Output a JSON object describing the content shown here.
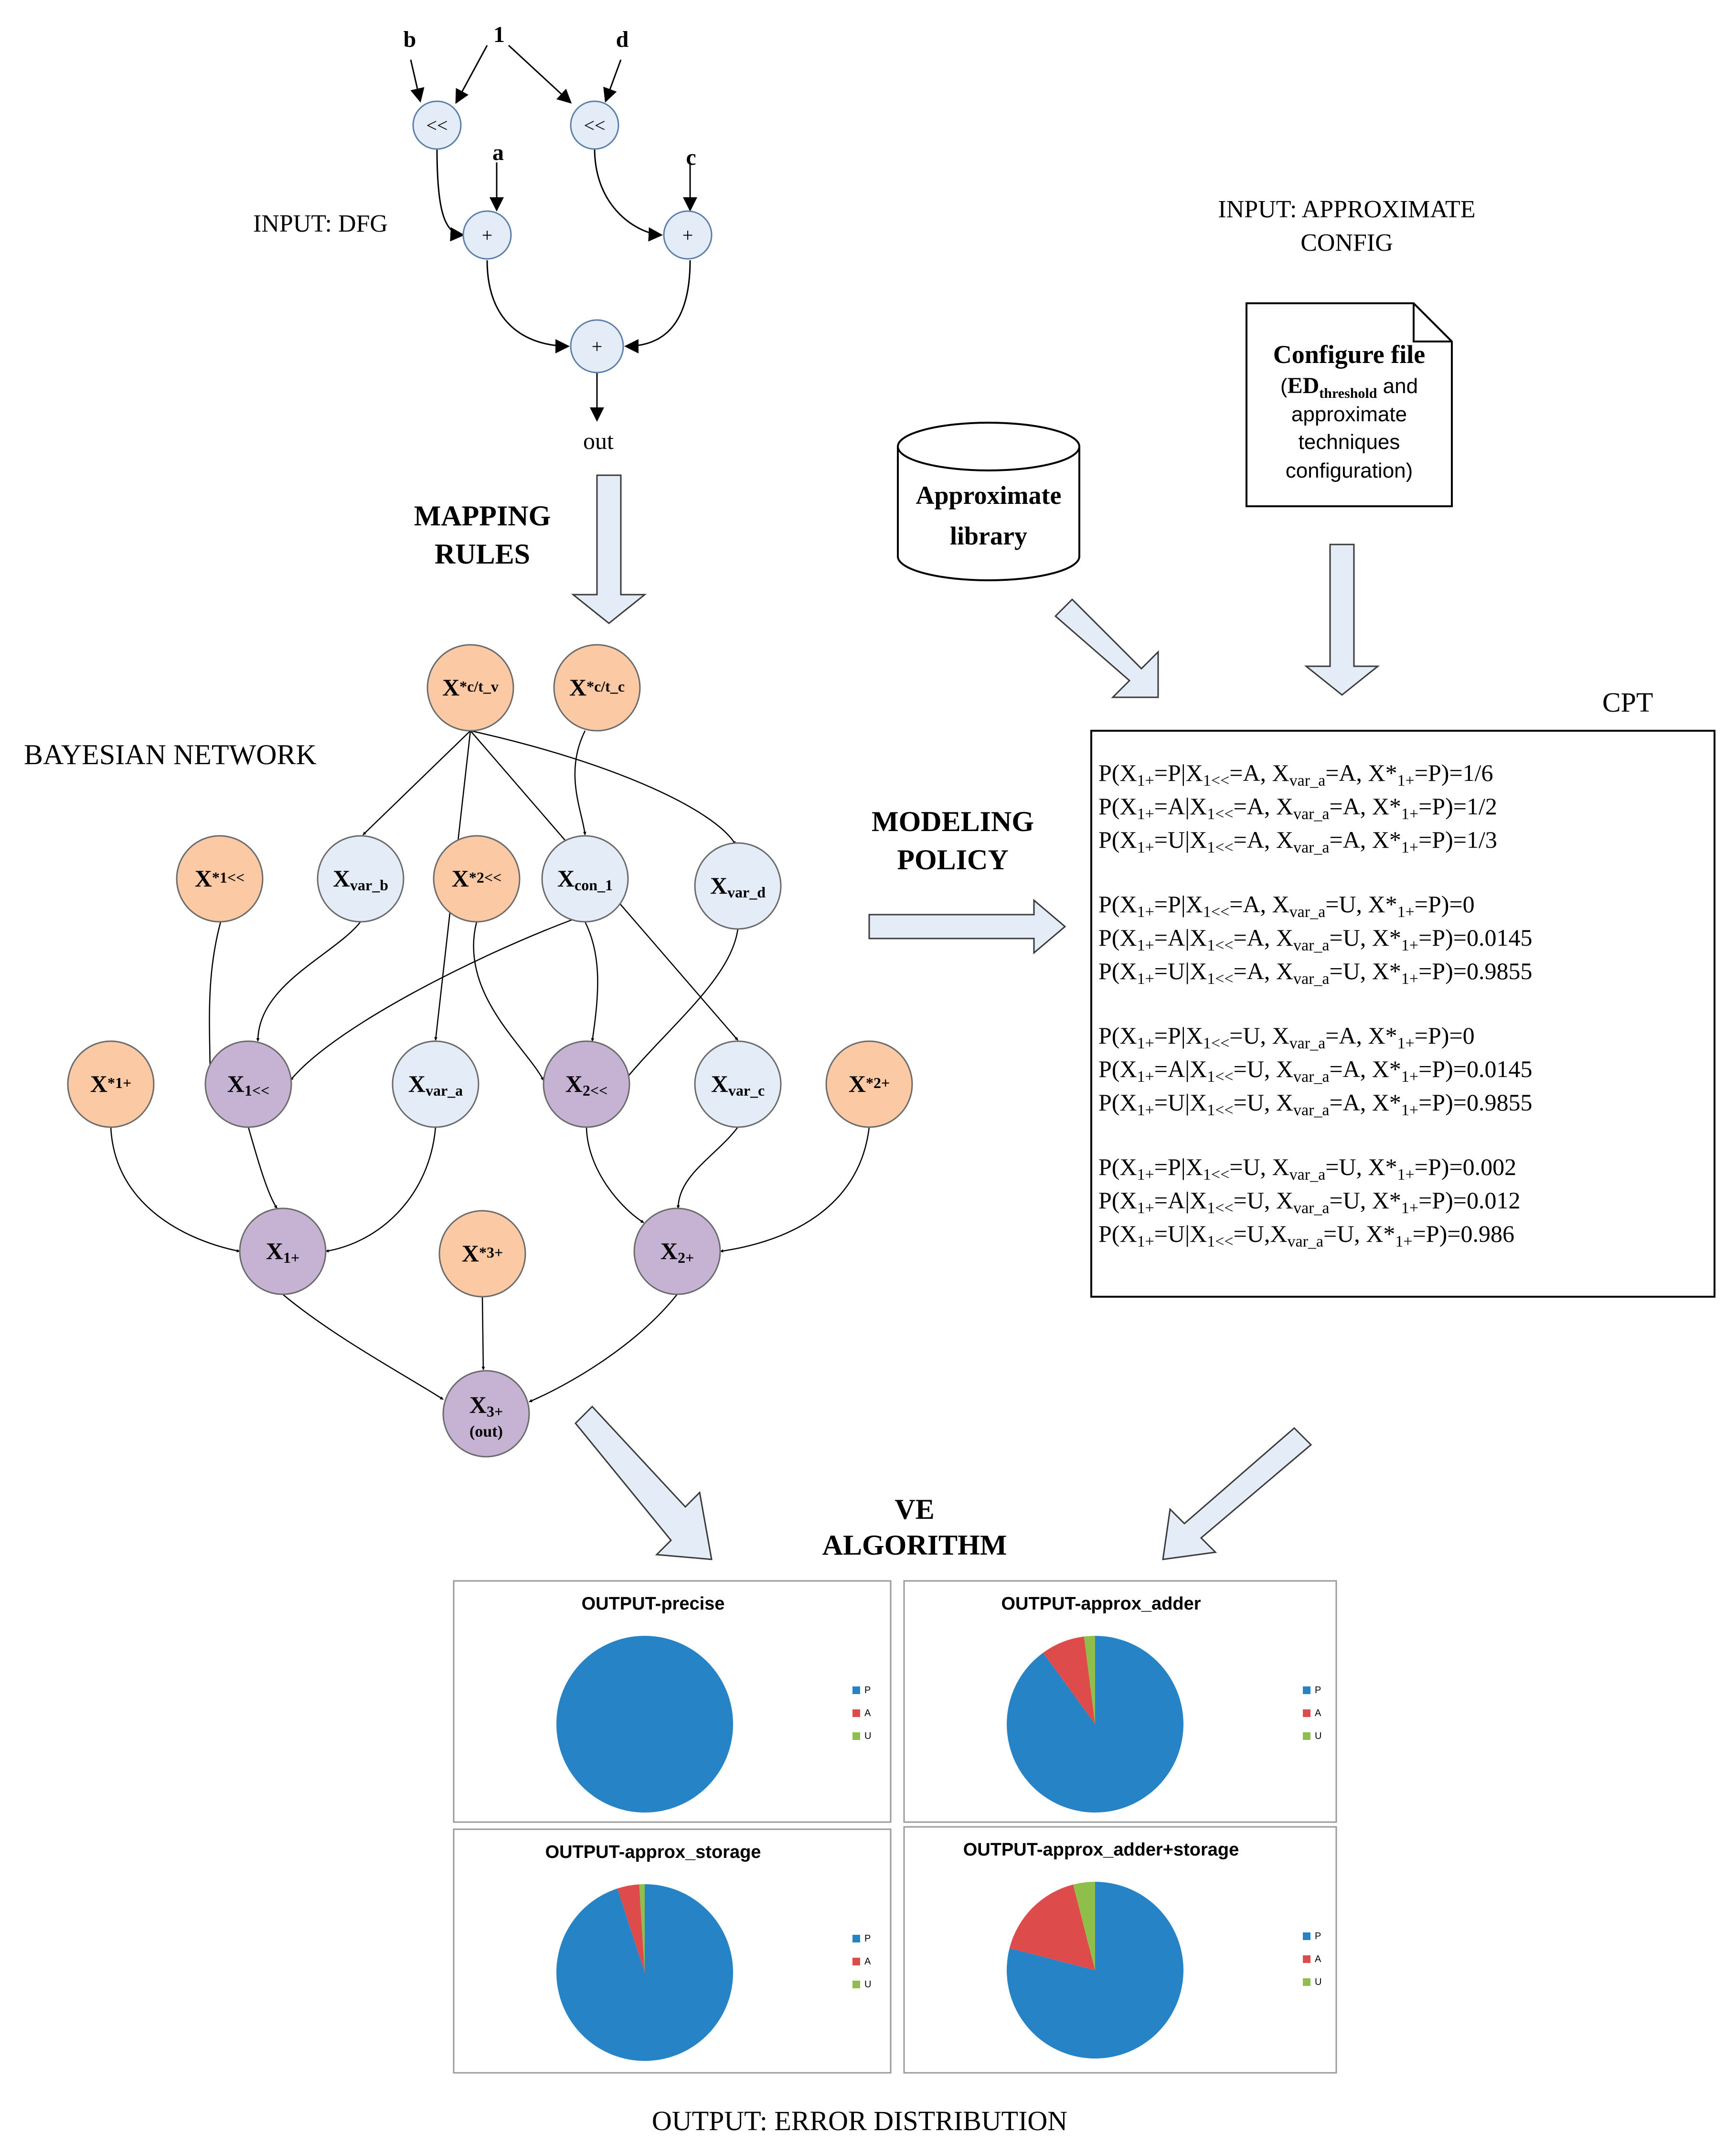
{
  "dfg": {
    "caption": "INPUT: DFG",
    "inputs": {
      "b": "b",
      "one": "1",
      "d": "d",
      "a": "a",
      "c": "c"
    },
    "ops": {
      "shl_left": "<<",
      "shl_right": "<<",
      "add_left": "+",
      "add_right": "+",
      "add_out": "+"
    },
    "out": "out"
  },
  "mapping_rules": [
    "MAPPING",
    "RULES"
  ],
  "approx_config": {
    "caption": [
      "INPUT: APPROXIMATE",
      "CONFIG"
    ],
    "file_title": "Configure file",
    "file_lines": {
      "l1_open": "(",
      "l1_ed": "ED",
      "l1_sub": "threshold",
      "l1_rest": " and",
      "l2": "approximate",
      "l3": "techniques",
      "l4": "configuration)"
    }
  },
  "library": [
    "Approximate",
    "library"
  ],
  "bayesian": {
    "caption": "BAYESIAN NETWORK",
    "nodes": {
      "xctv": {
        "main": "X",
        "sub": "*c/t_v"
      },
      "xctc": {
        "main": "X",
        "sub": "*c/t_c"
      },
      "x1shl_star": {
        "main": "X",
        "sub": "*1<<"
      },
      "xvarb": {
        "main": "X",
        "sub": "var_b"
      },
      "x2shl_star": {
        "main": "X",
        "sub": "*2<<"
      },
      "xcon1": {
        "main": "X",
        "sub": "con_1"
      },
      "xvard": {
        "main": "X",
        "sub": "var_d"
      },
      "x1add_star": {
        "main": "X",
        "sub": "*1+"
      },
      "x1shl": {
        "main": "X",
        "sub": "1<<"
      },
      "xvara": {
        "main": "X",
        "sub": "var_a"
      },
      "x2shl": {
        "main": "X",
        "sub": "2<<"
      },
      "xvarc": {
        "main": "X",
        "sub": "var_c"
      },
      "x2add_star": {
        "main": "X",
        "sub": "*2+"
      },
      "x1add": {
        "main": "X",
        "sub": "1+"
      },
      "x3add_star": {
        "main": "X",
        "sub": "*3+"
      },
      "x2add": {
        "main": "X",
        "sub": "2+"
      },
      "x3add": {
        "main": "X",
        "sub": "3+",
        "extra": "(out)"
      }
    }
  },
  "modeling_policy": [
    "MODELING",
    "POLICY"
  ],
  "cpt": {
    "title": "CPT",
    "groups": [
      [
        "P(X₁₊=P|X₁₍₍=A, X_var_a=A, X*₁₊=P)=1/6",
        "P(X₁₊=A|X₁₍₍=A, X_var_a=A, X*₁₊=P)=1/2",
        "P(X₁₊=U|X₁₍₍=A, X_var_a=A, X*₁₊=P)=1/3"
      ]
    ],
    "lines": [
      [
        [
          "P(X"
        ],
        [
          "1+",
          "s"
        ],
        [
          "=P|X"
        ],
        [
          "1<<",
          "s"
        ],
        [
          "=A, X"
        ],
        [
          "var_a",
          "s"
        ],
        [
          "=A, X*"
        ],
        [
          "1+",
          "s"
        ],
        [
          "=P)=1/6"
        ]
      ],
      [
        [
          "P(X"
        ],
        [
          "1+",
          "s"
        ],
        [
          "=A|X"
        ],
        [
          "1<<",
          "s"
        ],
        [
          "=A, X"
        ],
        [
          "var_a",
          "s"
        ],
        [
          "=A, X*"
        ],
        [
          "1+",
          "s"
        ],
        [
          "=P)=1/2"
        ]
      ],
      [
        [
          "P(X"
        ],
        [
          "1+",
          "s"
        ],
        [
          "=U|X"
        ],
        [
          "1<<",
          "s"
        ],
        [
          "=A, X"
        ],
        [
          "var_a",
          "s"
        ],
        [
          "=A, X*"
        ],
        [
          "1+",
          "s"
        ],
        [
          "=P)=1/3"
        ]
      ],
      [
        [
          "P(X"
        ],
        [
          "1+",
          "s"
        ],
        [
          "=P|X"
        ],
        [
          "1<<",
          "s"
        ],
        [
          "=A, X"
        ],
        [
          "var_a",
          "s"
        ],
        [
          "=U, X*"
        ],
        [
          "1+",
          "s"
        ],
        [
          "=P)=0"
        ]
      ],
      [
        [
          "P(X"
        ],
        [
          "1+",
          "s"
        ],
        [
          "=A|X"
        ],
        [
          "1<<",
          "s"
        ],
        [
          "=A, X"
        ],
        [
          "var_a",
          "s"
        ],
        [
          "=U, X*"
        ],
        [
          "1+",
          "s"
        ],
        [
          "=P)=0.0145"
        ]
      ],
      [
        [
          "P(X"
        ],
        [
          "1+",
          "s"
        ],
        [
          "=U|X"
        ],
        [
          "1<<",
          "s"
        ],
        [
          "=A, X"
        ],
        [
          "var_a",
          "s"
        ],
        [
          "=U, X*"
        ],
        [
          "1+",
          "s"
        ],
        [
          "=P)=0.9855"
        ]
      ],
      [
        [
          "P(X"
        ],
        [
          "1+",
          "s"
        ],
        [
          "=P|X"
        ],
        [
          "1<<",
          "s"
        ],
        [
          "=U, X"
        ],
        [
          "var_a",
          "s"
        ],
        [
          "=A, X*"
        ],
        [
          "1+",
          "s"
        ],
        [
          "=P)=0"
        ]
      ],
      [
        [
          "P(X"
        ],
        [
          "1+",
          "s"
        ],
        [
          "=A|X"
        ],
        [
          "1<<",
          "s"
        ],
        [
          "=U, X"
        ],
        [
          "var_a",
          "s"
        ],
        [
          "=A, X*"
        ],
        [
          "1+",
          "s"
        ],
        [
          "=P)=0.0145"
        ]
      ],
      [
        [
          "P(X"
        ],
        [
          "1+",
          "s"
        ],
        [
          "=U|X"
        ],
        [
          "1<<",
          "s"
        ],
        [
          "=U, X"
        ],
        [
          "var_a",
          "s"
        ],
        [
          "=A, X*"
        ],
        [
          "1+",
          "s"
        ],
        [
          "=P)=0.9855"
        ]
      ],
      [
        [
          "P(X"
        ],
        [
          "1+",
          "s"
        ],
        [
          "=P|X"
        ],
        [
          "1<<",
          "s"
        ],
        [
          "=U, X"
        ],
        [
          "var_a",
          "s"
        ],
        [
          "=U, X*"
        ],
        [
          "1+",
          "s"
        ],
        [
          "=P)=0.002"
        ]
      ],
      [
        [
          "P(X"
        ],
        [
          "1+",
          "s"
        ],
        [
          "=A|X"
        ],
        [
          "1<<",
          "s"
        ],
        [
          "=U, X"
        ],
        [
          "var_a",
          "s"
        ],
        [
          "=U, X*"
        ],
        [
          "1+",
          "s"
        ],
        [
          "=P)=0.012"
        ]
      ],
      [
        [
          "P(X"
        ],
        [
          "1+",
          "s"
        ],
        [
          "=U|X"
        ],
        [
          "1<<",
          "s"
        ],
        [
          "=U,X"
        ],
        [
          "var_a",
          "s"
        ],
        [
          "=U, X*"
        ],
        [
          "1+",
          "s"
        ],
        [
          "=P)=0.986"
        ]
      ]
    ]
  },
  "ve_algorithm": [
    "VE",
    "ALGORITHM"
  ],
  "output_caption": "OUTPUT: ERROR DISTRIBUTION",
  "colors": {
    "P": "#2683c6",
    "A": "#de4b4b",
    "U": "#8fbe4a",
    "orange_node": "#fbc9a3",
    "blue_node": "#e3ecf7",
    "purple_node": "#c6b3d3",
    "arrow_fill": "#e3ecf7"
  },
  "chart_data": [
    {
      "type": "pie",
      "title": "OUTPUT-precise",
      "categories": [
        "P",
        "A",
        "U"
      ],
      "values": [
        1.0,
        0.0,
        0.0
      ]
    },
    {
      "type": "pie",
      "title": "OUTPUT-approx_adder",
      "categories": [
        "P",
        "A",
        "U"
      ],
      "values": [
        0.9,
        0.08,
        0.02
      ]
    },
    {
      "type": "pie",
      "title": "OUTPUT-approx_storage",
      "categories": [
        "P",
        "A",
        "U"
      ],
      "values": [
        0.95,
        0.04,
        0.01
      ]
    },
    {
      "type": "pie",
      "title": "OUTPUT-approx_adder+storage",
      "categories": [
        "P",
        "A",
        "U"
      ],
      "values": [
        0.79,
        0.17,
        0.04
      ]
    }
  ]
}
